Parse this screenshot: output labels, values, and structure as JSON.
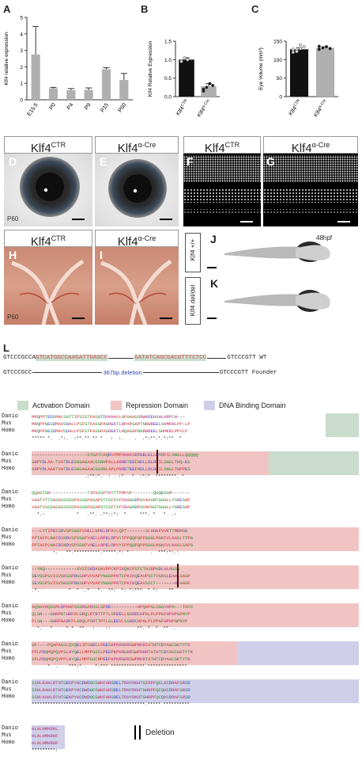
{
  "panels": {
    "A": "A",
    "B": "B",
    "C": "C",
    "D": "D",
    "E": "E",
    "F": "F",
    "G": "G",
    "H": "H",
    "I": "I",
    "J": "J",
    "K": "K",
    "L": "L"
  },
  "chart_data": [
    {
      "type": "bar",
      "categories": [
        "E15.5",
        "P0",
        "P4",
        "P9",
        "P15",
        "P60"
      ],
      "values": [
        2.75,
        0.7,
        0.58,
        0.6,
        1.85,
        1.2
      ],
      "errors": [
        1.7,
        0.05,
        0.1,
        0.12,
        0.1,
        0.4
      ],
      "ylabel": "Klf4 relative expression",
      "ylim": [
        0,
        5
      ],
      "yticks": [
        "0",
        "1",
        "2",
        "3",
        "4",
        "5"
      ]
    },
    {
      "type": "bar",
      "categories": [
        "Klf4CTR",
        "Klf4α-Cre"
      ],
      "values": [
        1.0,
        0.28
      ],
      "errors": [
        0.05,
        0.07
      ],
      "ylabel": "Klf4 Relative Expression",
      "ylim": [
        0,
        1.5
      ],
      "yticks": [
        "0.0",
        "0.5",
        "1.0",
        "1.5"
      ],
      "points": [
        [
          0.95,
          1.05,
          1.0
        ],
        [
          0.15,
          0.25,
          0.35,
          0.3,
          0.2
        ]
      ]
    },
    {
      "type": "bar",
      "categories": [
        "Klf4CTR",
        "Klf4α-Cre"
      ],
      "values": [
        128,
        132
      ],
      "errors": [
        4,
        3
      ],
      "ylabel": "Eye Volume (mm³)",
      "ylim": [
        0,
        150
      ],
      "yticks": [
        "0",
        "50",
        "100",
        "150"
      ],
      "points": [
        [
          120,
          125,
          130,
          135,
          128,
          122,
          140
        ],
        [
          128,
          132,
          135,
          130,
          136
        ]
      ]
    }
  ],
  "photos": {
    "D_title_base": "Klf4",
    "D_title_sup": "CTR",
    "E_title_base": "Klf4",
    "E_title_sup": "α-Cre",
    "F_title_base": "Klf4",
    "F_title_sup": "CTR",
    "G_title_base": "Klf4",
    "G_title_sup": "α-Cre",
    "H_title_base": "Klf4",
    "H_title_sup": "CTR",
    "I_title_base": "Klf4",
    "I_title_sup": "α-Cre",
    "D_age": "P60",
    "H_age": "P60",
    "J_time": "48hpf",
    "J_genotype": "Klf4 +/+",
    "K_genotype": "Klf4 del/del"
  },
  "crispr": {
    "wt_left": "GTCCCGCCA",
    "wt_highlight": "GTCATGGCCAAGATTGAGCC",
    "wt_mid": "GATATCAGCGACGTTTCTCC",
    "wt_right": "GTCCCGTT WT",
    "founder_left": "GTCCCGCC",
    "founder_deletion": "367bp deletion",
    "founder_right": "GTCCCGTT Founder"
  },
  "legend": {
    "activation": "Activation Domain",
    "repression": "Repression Domain",
    "dna": "DNA Binding Domain",
    "deletion": "Deletion"
  },
  "colors": {
    "activation": "#c9dccd",
    "repression": "#f1c4c4",
    "dna": "#cfcfe9",
    "bar_gray": "#b0b0b0",
    "bar_black": "#111111"
  },
  "alignment": {
    "species": [
      "Danio",
      "Mus",
      "Homo"
    ],
    "blocks": [
      [
        "MRQPPTEDSMALSGTTIPSISTFASGTDVKKAVLGPGAAGSRWKEEHSHLKRPCH---",
        "MRQPPGESDMAVSDALLPSFSTFASGPAGREKTLRPAPGAPTNRWREELSHMKRLPP-LP",
        "MRQPPGESDMAVSDALLPSFSTFASGPAGREKTLRQAGAPNNRWREELSHMKRLPPVLP",
        "***** *.  .*:.  :**.** ** *   :  :.    .  .*:**.*.*:**  *"
      ],
      [
        "---------------------STGATCAQDVVMPVHAKIEPEELELLDYDFILSNSLLQQQQQ",
        "GRPYDLAA-TVATDLESGGAGAACGSNNPALLARRETEEFNDLLDLDFILSNSLTHQ-ES",
        "GRPYDLAAATVATDLESGGAGAACGGSNLAPLPRRETEEFNDLLDLDFILSNSLTHPPES",
        "                    .:**:*.  : . :*   *  :*:*  ********. *"
      ],
      [
        "QQASTSR--------------TIPASSPTHYTTPMPSP--------QGQEGSM-------",
        "VAATVTTSASASSSSSPASSGPASAPSTCSFSYPIRAGGDPGVAASNTGGGLLYSRESAP",
        "VAATVSSSASASSSSSPASSGPASAPSTCSFTYPIRAGNDPGVAPGGTGGGLLYGRESAP",
        "  *.:            *   .**. .**::*:  *     ***. *   *  .:"
      ],
      [
        "---LYTIPDISDVSPSGGFVAELLNPELDPAYLQPT-------SLHGKFVVKTTMDMSD",
        "PPTAFPLNAIDINDVSPSGGFVAELLRPELDPVYIPPQQPQPPGGGLMGKFVLKASLTTPG",
        "PPTAFPLNAIDINDVSPSGGFVAELLRPELDPVYIPPQQPQPPGGGLMGKFVLKASLSAPG",
        "        :.   **.**********.*****.*: *        .  ***:*:.:"
      ],
      [
        "--YNQ------------GVSISKDASAVPPCKPIKQKCPSTCTASRPNDLHLRGSS",
        "SEYGSPSVISVSKGSPDGSHPVVVAPYNGGPPRTCPKIKQEAVPSCTVSRSLEAHLSAGP",
        "SEYGSPSVISVSKGSPDGSHPVVVAPYNGGPPRTCPKIKQEAVSSCT-------HLGAGP",
        ".*.           *  * ..*   *.  **:  *: *:***  * *:    **  "
      ],
      [
        "AQSGVHQGSMLDPHAFSSGRGARSSLSPDE----------HPQAPGLSGGYHPN---TAYS",
        "QLSN---GHRPNTHDFPLGRQLPTRTTPTLSPEELLNSRDCHPGLPLPPGFHPHPGPNYP",
        "PLSN---GHRPAADFPLGRQLPSRTTPTLGLEEVLSSRDCHPALPLPPGFHPHPGPNYP",
        "  *.   *     * *  **   :    ::          **. *  *  ** ..   "
      ],
      [
        "GF----PQAPAGSLQYQELIPSAECLPEESKPKRGRRSWPRKRIATHTCDYAGCGKTYTK",
        "PFLPDQMQPQVPSLHYQELLMPPGSCLPEEPKPKRGRRSWPRKRTATHTCDYAGCGKTYTK",
        "SFLPDQMQPQVPPLHYQELMPPGSCMPEEPKPKRGRRSWPRKRTATHTCDYAGCGKTYTK",
        "      *  .    ***:* .   *:*** ************* ***************"
      ],
      [
        "SSHLKAHLRTHTGEKPYHCDWDGCGWKFARSDELTRHYRKHTGIRPFQCLKCDRAFSRSD",
        "SSHLKAHLRTHTGEKPYHCDWDGCGWKFARSDELTRHYRKHTGHRPFQCQKCDRAFSRSD",
        "SSHLKAHLRTHTGEKPYHCDWDGCGWKFARSDELTRHYRKHTGHRPFQCQKCDRAFSRSD",
        "*******************************************.***** **********"
      ],
      [
        "HLALHMKRHL",
        "HLALHMKRHF",
        "HLALHMKRHF",
        "*********:"
      ]
    ]
  }
}
